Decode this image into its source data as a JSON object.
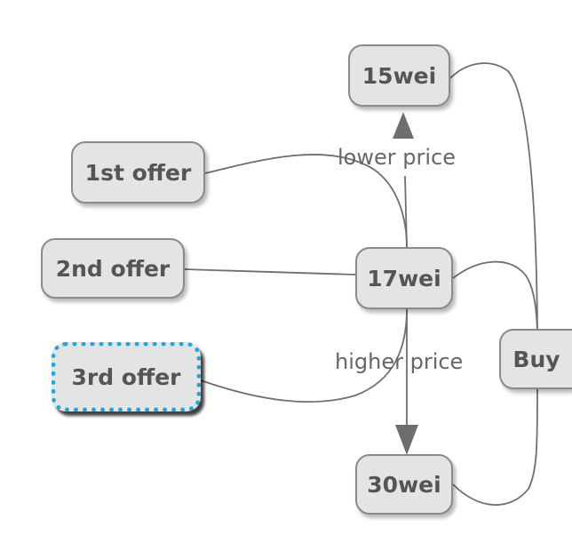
{
  "nodes": {
    "offer1": "1st offer",
    "offer2": "2nd offer",
    "offer3": "3rd offer",
    "wei15": "15wei",
    "wei17": "17wei",
    "wei30": "30wei",
    "buy": "Buy"
  },
  "edge_labels": {
    "lower": "lower price",
    "higher": "higher price"
  },
  "colors": {
    "node_fill": "#e4e4e4",
    "node_border": "#8a8a8a",
    "selection": "#1ea8e0",
    "edge": "#6e6e6e",
    "text": "#555555"
  },
  "selected_node": "3rd offer"
}
